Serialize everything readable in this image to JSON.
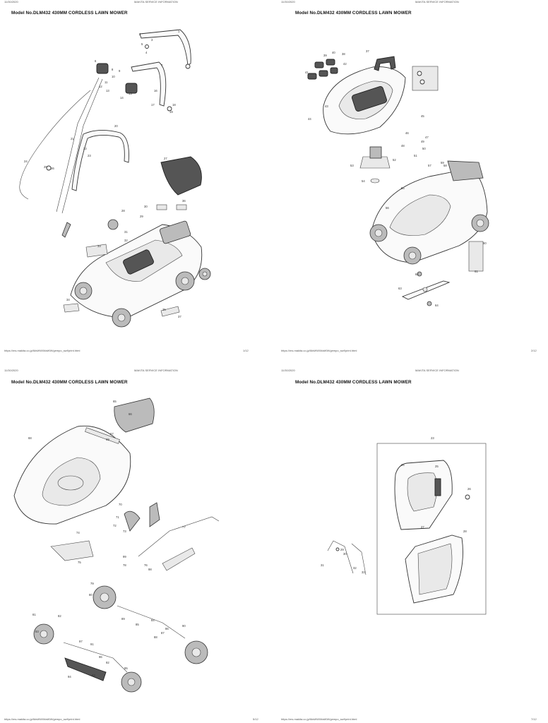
{
  "pages": [
    {
      "header_left": "11/30/2020",
      "header_right": "MAKITA SERVICE INFORMATION",
      "title": "Model No.DLM432 430MM CORDLESS LAWN MOWER",
      "footer_left": "https://ms.makita.co.jp/MaWW/MaWW/gempo_swf/print.html",
      "footer_right": "1/12",
      "callouts": [
        "1",
        "2",
        "3",
        "4",
        "5",
        "6",
        "7",
        "8",
        "9",
        "10",
        "11",
        "12",
        "13",
        "14",
        "15",
        "16",
        "17",
        "18",
        "19",
        "20",
        "21",
        "22",
        "23",
        "24",
        "25",
        "26",
        "27",
        "28",
        "29",
        "30",
        "31",
        "32",
        "33",
        "34",
        "35",
        "36",
        "37"
      ]
    },
    {
      "header_left": "11/30/2020",
      "header_right": "MAKITA SERVICE INFORMATION",
      "title": "Model No.DLM432 430MM CORDLESS LAWN MOWER",
      "footer_left": "https://ms.makita.co.jp/MaWW/MaWW/gempo_swf/print.html",
      "footer_right": "2/12",
      "callouts": [
        "37",
        "38",
        "39",
        "40",
        "41",
        "42",
        "43",
        "44",
        "45",
        "46",
        "47",
        "48",
        "49",
        "50",
        "51",
        "52",
        "53",
        "54",
        "55",
        "56",
        "57",
        "58",
        "59",
        "60",
        "61",
        "62",
        "63",
        "64"
      ]
    },
    {
      "header_left": "11/30/2020",
      "header_right": "MAKITA SERVICE INFORMATION",
      "title": "Model No.DLM432 430MM CORDLESS LAWN MOWER",
      "footer_left": "https://ms.makita.co.jp/MaWW/MaWW/gempo_swf/print.html",
      "footer_right": "5/12",
      "callouts": [
        "65",
        "66",
        "67",
        "68",
        "69",
        "70",
        "71",
        "72",
        "73",
        "74",
        "75",
        "76",
        "77",
        "78",
        "79",
        "80",
        "81",
        "82",
        "83",
        "84",
        "85",
        "86",
        "87",
        "88",
        "89",
        "90",
        "91",
        "92",
        "93",
        "94",
        "95",
        "96",
        "97",
        "98",
        "99"
      ]
    },
    {
      "header_left": "11/30/2020",
      "header_right": "MAKITA SERVICE INFORMATION",
      "title": "Model No.DLM432 430MM CORDLESS LAWN MOWER",
      "footer_left": "https://ms.makita.co.jp/MaWW/MaWW/gempo_swf/print.html",
      "footer_right": "7/12",
      "callouts": [
        "23",
        "24",
        "25",
        "26",
        "27",
        "28",
        "29",
        "30",
        "31",
        "32",
        "33"
      ]
    }
  ]
}
